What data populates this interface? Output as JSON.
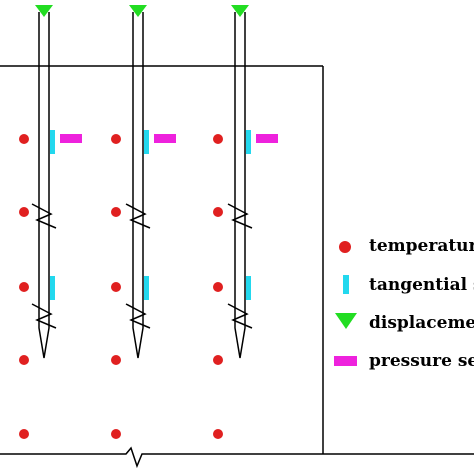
{
  "legend": {
    "items": [
      {
        "key": "temperature",
        "label": "temperatur",
        "shape": "circle",
        "color": "#e02020"
      },
      {
        "key": "tangential",
        "label": "tangential s",
        "shape": "vertical-bar",
        "color": "#22d8ee"
      },
      {
        "key": "displacement",
        "label": "displaceme",
        "shape": "triangle-down",
        "color": "#22dd22"
      },
      {
        "key": "pressure",
        "label": "pressure se",
        "shape": "horizontal-bar",
        "color": "#ee22dd"
      }
    ]
  },
  "colors": {
    "line": "#000000",
    "background": "#ffffff"
  }
}
